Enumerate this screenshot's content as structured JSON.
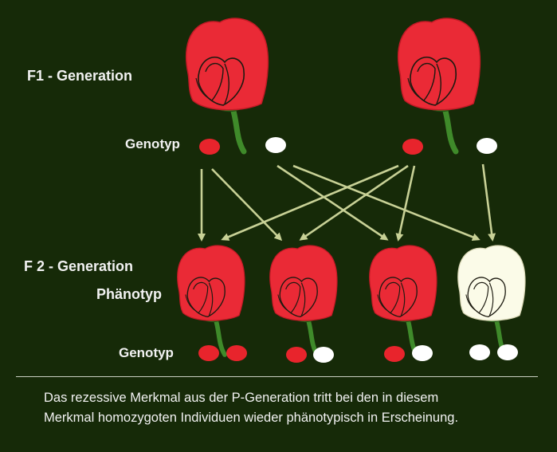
{
  "labels": {
    "f1": "F1 - Generation",
    "genotype_top": "Genotyp",
    "f2": "F 2  - Generation",
    "phenotype": "Phänotyp",
    "genotype_bottom": "Genotyp"
  },
  "caption": {
    "line1": "Das rezessive Merkmal aus der P-Generation tritt bei den in diesem",
    "line2": "Merkmal homozygoten Individuen wieder phänotypisch in Erscheinung."
  },
  "colors": {
    "background": "#162a08",
    "dominant_allele": "#e8242c",
    "recessive_allele": "#ffffff",
    "red_flower": "#ea2a36",
    "white_flower": "#fbfbe8",
    "arrow": "#c8d196",
    "stem": "#3f8a2a"
  },
  "f1_plants": [
    {
      "flower_color": "red",
      "alleles": [
        "dominant",
        "recessive"
      ]
    },
    {
      "flower_color": "red",
      "alleles": [
        "dominant",
        "recessive"
      ]
    }
  ],
  "f2_plants": [
    {
      "flower_color": "red",
      "alleles": [
        "dominant",
        "dominant"
      ]
    },
    {
      "flower_color": "red",
      "alleles": [
        "dominant",
        "recessive"
      ]
    },
    {
      "flower_color": "red",
      "alleles": [
        "dominant",
        "recessive"
      ]
    },
    {
      "flower_color": "white",
      "alleles": [
        "recessive",
        "recessive"
      ]
    }
  ]
}
